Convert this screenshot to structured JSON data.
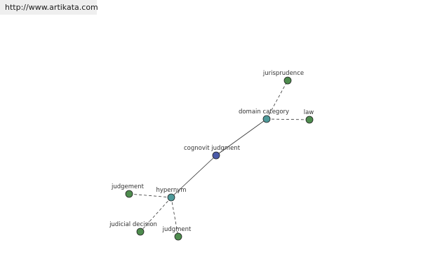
{
  "site": {
    "url": "http://www.artikata.com"
  },
  "colors": {
    "center": "#4a5aa8",
    "relation": "#4e9a9a",
    "term": "#4e8c4e",
    "edge": "#333333"
  },
  "graph": {
    "nodes": {
      "cognovit_judgment": {
        "label": "cognovit judgment",
        "kind": "center"
      },
      "domain_category": {
        "label": "domain category",
        "kind": "relation"
      },
      "hypernym": {
        "label": "hypernym",
        "kind": "relation"
      },
      "jurisprudence": {
        "label": "jurisprudence",
        "kind": "term"
      },
      "law": {
        "label": "law",
        "kind": "term"
      },
      "judgement": {
        "label": "judgement",
        "kind": "term"
      },
      "judicial_decision": {
        "label": "judicial decision",
        "kind": "term"
      },
      "judgment": {
        "label": "judgment",
        "kind": "term"
      }
    },
    "edges": [
      {
        "from": "cognovit_judgment",
        "to": "domain_category",
        "style": "solid"
      },
      {
        "from": "cognovit_judgment",
        "to": "hypernym",
        "style": "solid"
      },
      {
        "from": "domain_category",
        "to": "jurisprudence",
        "style": "dashed"
      },
      {
        "from": "domain_category",
        "to": "law",
        "style": "dashed"
      },
      {
        "from": "hypernym",
        "to": "judgement",
        "style": "dashed"
      },
      {
        "from": "hypernym",
        "to": "judicial_decision",
        "style": "dashed"
      },
      {
        "from": "hypernym",
        "to": "judgment",
        "style": "dashed"
      }
    ]
  }
}
